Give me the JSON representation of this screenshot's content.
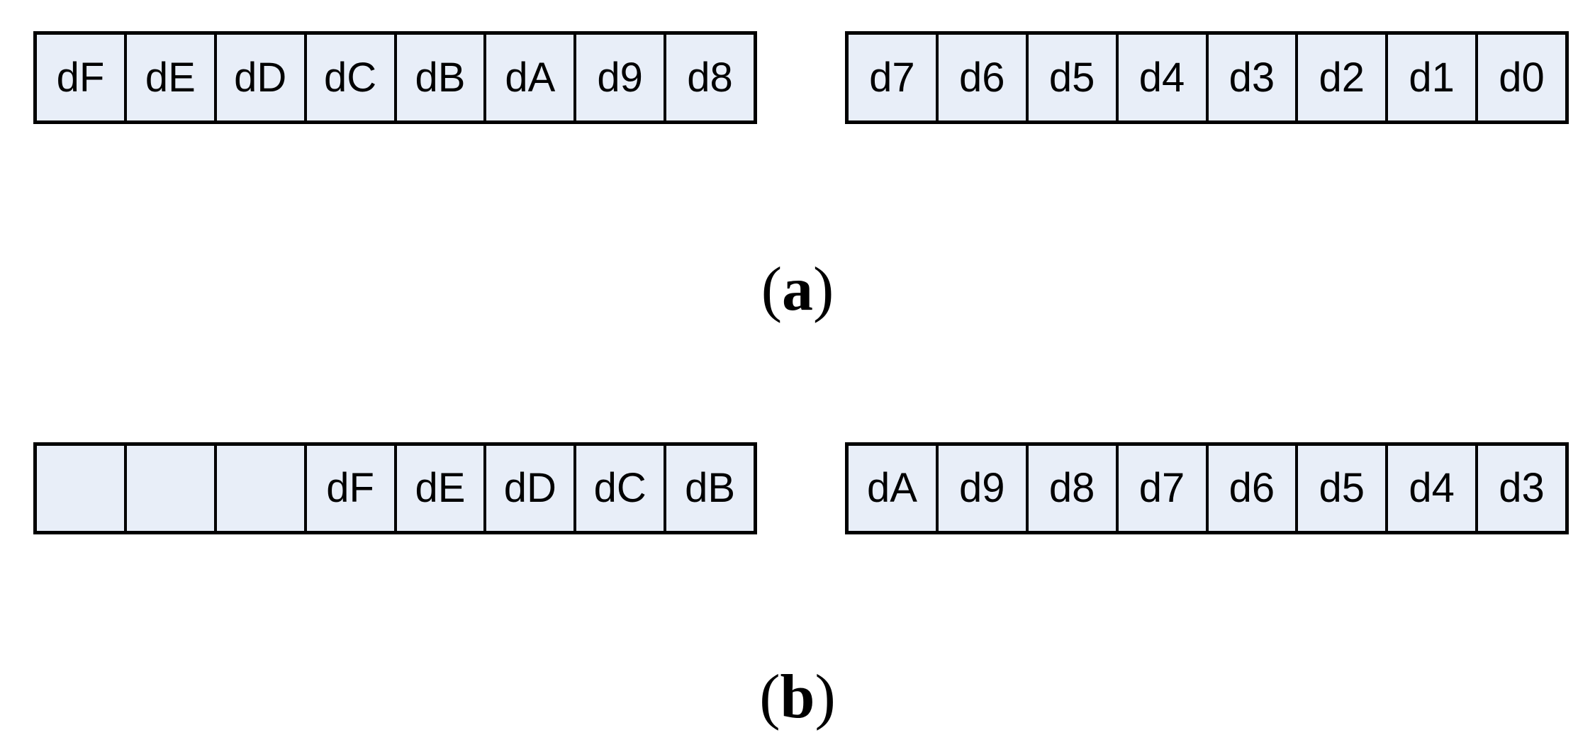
{
  "figure": {
    "panels": [
      {
        "id": "a",
        "caption": {
          "open": "(",
          "letter": "a",
          "close": ")"
        },
        "registers": [
          {
            "name": "panel-a-high-byte",
            "cells": [
              "dF",
              "dE",
              "dD",
              "dC",
              "dB",
              "dA",
              "d9",
              "d8"
            ]
          },
          {
            "name": "panel-a-low-byte",
            "cells": [
              "d7",
              "d6",
              "d5",
              "d4",
              "d3",
              "d2",
              "d1",
              "d0"
            ]
          }
        ]
      },
      {
        "id": "b",
        "caption": {
          "open": "(",
          "letter": "b",
          "close": ")"
        },
        "registers": [
          {
            "name": "panel-b-high-byte",
            "cells": [
              "",
              "",
              "",
              "dF",
              "dE",
              "dD",
              "dC",
              "dB"
            ]
          },
          {
            "name": "panel-b-low-byte",
            "cells": [
              "dA",
              "d9",
              "d8",
              "d7",
              "d6",
              "d5",
              "d4",
              "d3"
            ]
          }
        ]
      }
    ],
    "colors": {
      "cell_fill": "#E8EEF8",
      "cell_border": "#000000",
      "text": "#000000"
    }
  }
}
